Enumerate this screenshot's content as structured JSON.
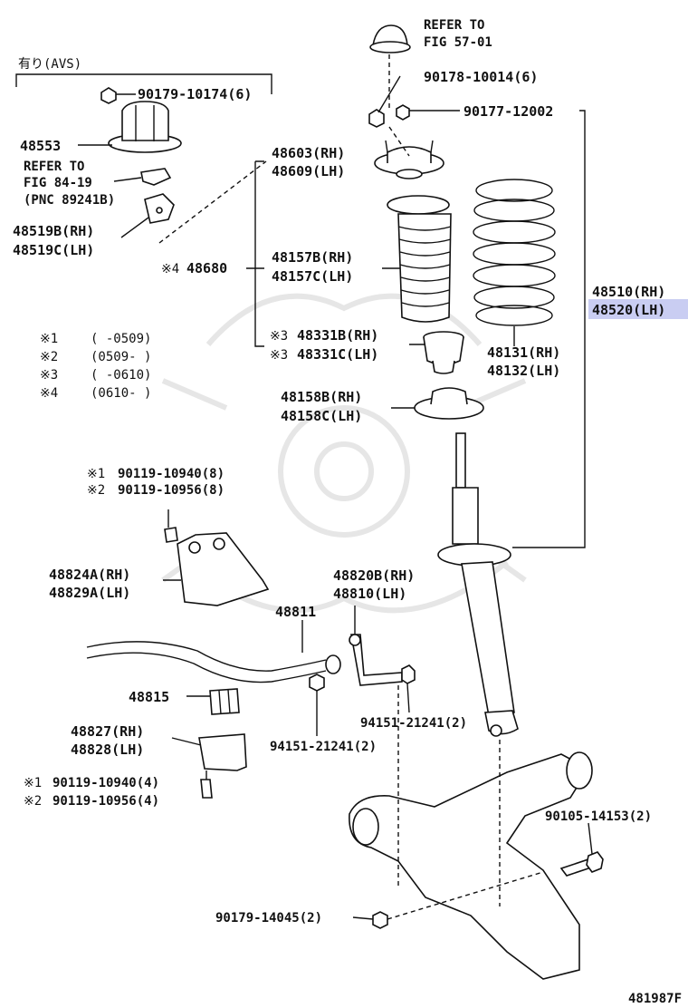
{
  "labels": {
    "refer_57": [
      "REFER TO",
      "FIG 57-01"
    ],
    "avs": "有り(AVS)",
    "p90179_10174": "90179-10174(6)",
    "p90178_10014": "90178-10014(6)",
    "p90177_12002": "90177-12002",
    "p48553": "48553",
    "refer_84": [
      "REFER TO",
      "FIG 84-19",
      "(PNC 89241B)"
    ],
    "p48603": [
      "48603(RH)",
      "48609(LH)"
    ],
    "p48519": [
      "48519B(RH)",
      "48519C(LH)"
    ],
    "p48510": [
      "48510(RH)",
      "48520(LH)"
    ],
    "p48157": [
      "48157B(RH)",
      "48157C(LH)"
    ],
    "p48680": {
      "mark": "※4",
      "text": "48680"
    },
    "notes": [
      {
        "mark": "※1",
        "range": "(      -0509)"
      },
      {
        "mark": "※2",
        "range": "(0509-      )"
      },
      {
        "mark": "※3",
        "range": "(      -0610)"
      },
      {
        "mark": "※4",
        "range": "(0610-      )"
      }
    ],
    "p48331": [
      {
        "mark": "※3",
        "text": "48331B(RH)"
      },
      {
        "mark": "※3",
        "text": "48331C(LH)"
      }
    ],
    "p48131": [
      "48131(RH)",
      "48132(LH)"
    ],
    "p48158": [
      "48158B(RH)",
      "48158C(LH)"
    ],
    "p90119_a": [
      {
        "mark": "※1",
        "text": "90119-10940(8)"
      },
      {
        "mark": "※2",
        "text": "90119-10956(8)"
      }
    ],
    "p48824": [
      "48824A(RH)",
      "48829A(LH)"
    ],
    "p48820": [
      "48820B(RH)",
      "48810(LH)"
    ],
    "p48811": "48811",
    "p48815": "48815",
    "p94151_r": "94151-21241(2)",
    "p48827": [
      "48827(RH)",
      "48828(LH)"
    ],
    "p94151_l": "94151-21241(2)",
    "p90119_b": [
      {
        "mark": "※1",
        "text": "90119-10940(4)"
      },
      {
        "mark": "※2",
        "text": "90119-10956(4)"
      }
    ],
    "p90105": "90105-14153(2)",
    "p90179_14045": "90179-14045(2)",
    "figure_id": "481987F"
  },
  "colors": {
    "highlight": "#c9cdf2",
    "line": "#111111"
  }
}
